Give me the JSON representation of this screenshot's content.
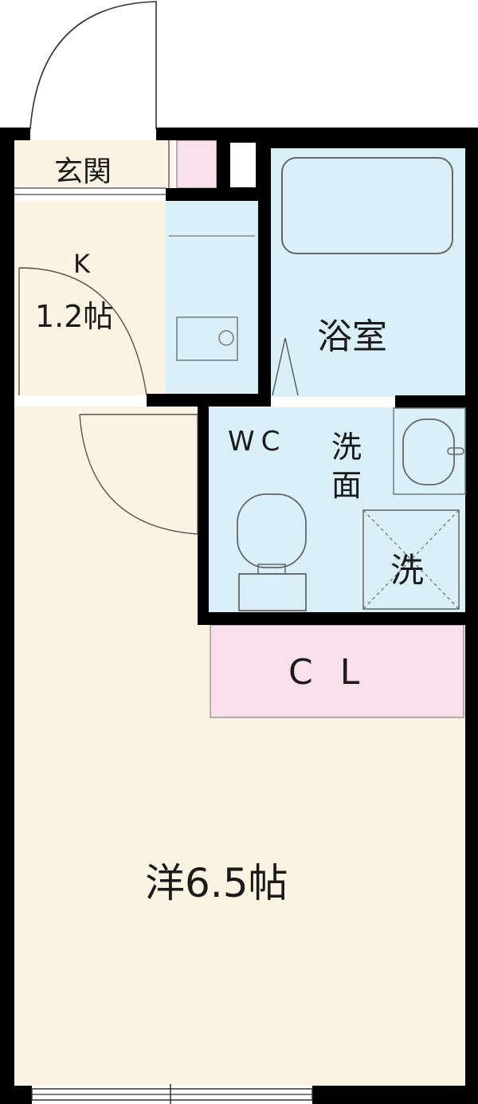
{
  "rooms": {
    "entrance": "玄関",
    "kitchen_name": "K",
    "kitchen_size": "1.2帖",
    "bath": "浴室",
    "wc": "WC",
    "washroom_1": "洗",
    "washroom_2": "面",
    "laundry": "洗",
    "closet": "CL",
    "western": "洋6.5帖"
  },
  "colors": {
    "floor": "#fcf3e3",
    "wet_area": "#daf0f8",
    "storage": "#fbe0ec",
    "wall": "#000000"
  }
}
